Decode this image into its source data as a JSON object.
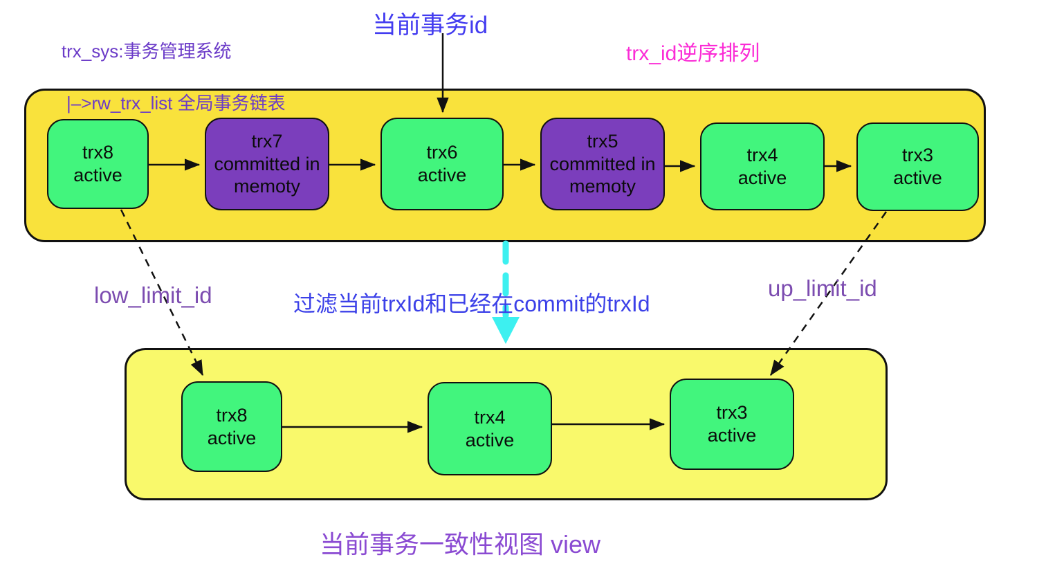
{
  "annotations": {
    "trx_sys_line1": "trx_sys:事务管理系统",
    "trx_sys_line2": "|–>rw_trx_list 全局事务链表",
    "current_trx_id": "当前事务id",
    "trx_id_order": "trx_id逆序排列",
    "low_limit_id": "low_limit_id",
    "filter_text": "过滤当前trxId和已经在commit的trxId",
    "up_limit_id": "up_limit_id",
    "view_caption": "当前事务一致性视图 view"
  },
  "rw_trx_list": {
    "nodes": [
      {
        "id": "trx8",
        "status": "active",
        "state": "active"
      },
      {
        "id": "trx7",
        "status": "committed in memoty",
        "state": "committed"
      },
      {
        "id": "trx6",
        "status": "active",
        "state": "active"
      },
      {
        "id": "trx5",
        "status": "committed in memoty",
        "state": "committed"
      },
      {
        "id": "trx4",
        "status": "active",
        "state": "active"
      },
      {
        "id": "trx3",
        "status": "active",
        "state": "active"
      }
    ]
  },
  "view_list": {
    "nodes": [
      {
        "id": "trx8",
        "status": "active"
      },
      {
        "id": "trx4",
        "status": "active"
      },
      {
        "id": "trx3",
        "status": "active"
      }
    ]
  },
  "colors": {
    "active_box": "#42f57d",
    "committed_box": "#7b3ebc",
    "top_container": "#f9e23c",
    "view_container": "#f9f96b",
    "cyan_arrow": "#3df0f0",
    "magenta_text": "#fb2cd6",
    "blue_text": "#433cf0",
    "purple_text": "#6b3bc8",
    "purple_label": "#7c4cb0",
    "caption_text": "#8a4ad2"
  }
}
